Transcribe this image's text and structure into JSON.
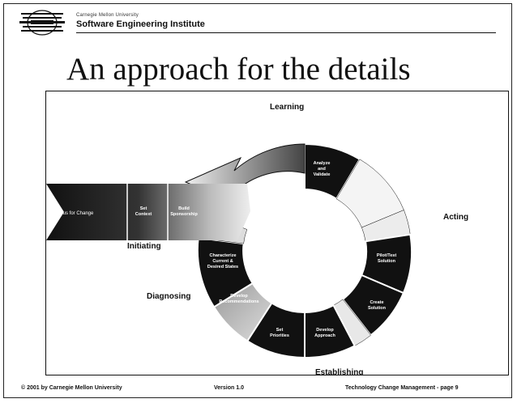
{
  "header": {
    "org_small": "Carnegie Mellon University",
    "org_name": "Software Engineering Institute"
  },
  "title": "An approach for the details",
  "diagram": {
    "entry_label": "Stimulus for Change",
    "phases": {
      "learning": "Learning",
      "acting": "Acting",
      "initiating": "Initiating",
      "diagnosing": "Diagnosing",
      "establishing": "Establishing"
    },
    "steps": {
      "set_context": [
        "Set",
        "Context"
      ],
      "build_sponsorship": [
        "Build",
        "Sponsorship"
      ],
      "analyze_validate": [
        "Analyze",
        "and",
        "Validate"
      ],
      "pilot_test": [
        "Pilot/Test",
        "Solution"
      ],
      "create_solution": [
        "Create",
        "Solution"
      ],
      "develop_approach": [
        "Develop",
        "Approach"
      ],
      "set_priorities": [
        "Set",
        "Priorities"
      ],
      "develop_recs": [
        "Develop",
        "Recommendations"
      ],
      "characterize": [
        "Characterize",
        "Current &",
        "Desired States"
      ]
    }
  },
  "footer": {
    "copyright": "© 2001 by Carnegie Mellon University",
    "version": "Version 1.0",
    "page": "Technology Change Management - page 9"
  }
}
